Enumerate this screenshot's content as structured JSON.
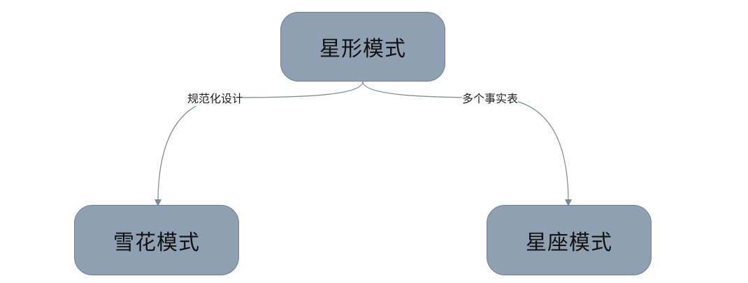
{
  "colors": {
    "node_fill": "#8fa0b2",
    "connector": "#7a8794",
    "text": "#111111"
  },
  "nodes": {
    "root": {
      "label": "星形模式"
    },
    "left": {
      "label": "雪花模式"
    },
    "right": {
      "label": "星座模式"
    }
  },
  "edges": {
    "left": {
      "label": "规范化设计"
    },
    "right": {
      "label": "多个事实表"
    }
  }
}
